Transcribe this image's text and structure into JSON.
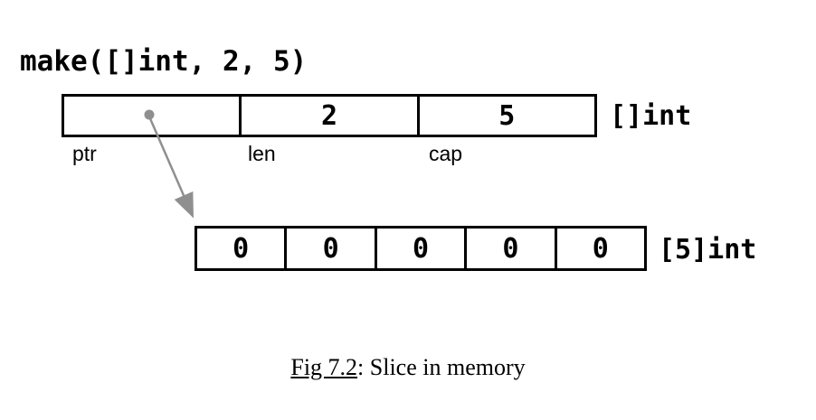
{
  "title": "make([]int, 2, 5)",
  "slice_header": {
    "type_label": "[]int",
    "cells": {
      "ptr_value": "",
      "len_value": "2",
      "cap_value": "5"
    },
    "field_labels": {
      "ptr": "ptr",
      "len": "len",
      "cap": "cap"
    }
  },
  "array": {
    "type_label": "[5]int",
    "values": [
      "0",
      "0",
      "0",
      "0",
      "0"
    ]
  },
  "caption": {
    "figure": "Fig 7.2",
    "text": ": Slice in memory"
  },
  "colors": {
    "border": "#000000",
    "arrow": "#8f8f8f",
    "text": "#000000",
    "background": "#ffffff"
  }
}
